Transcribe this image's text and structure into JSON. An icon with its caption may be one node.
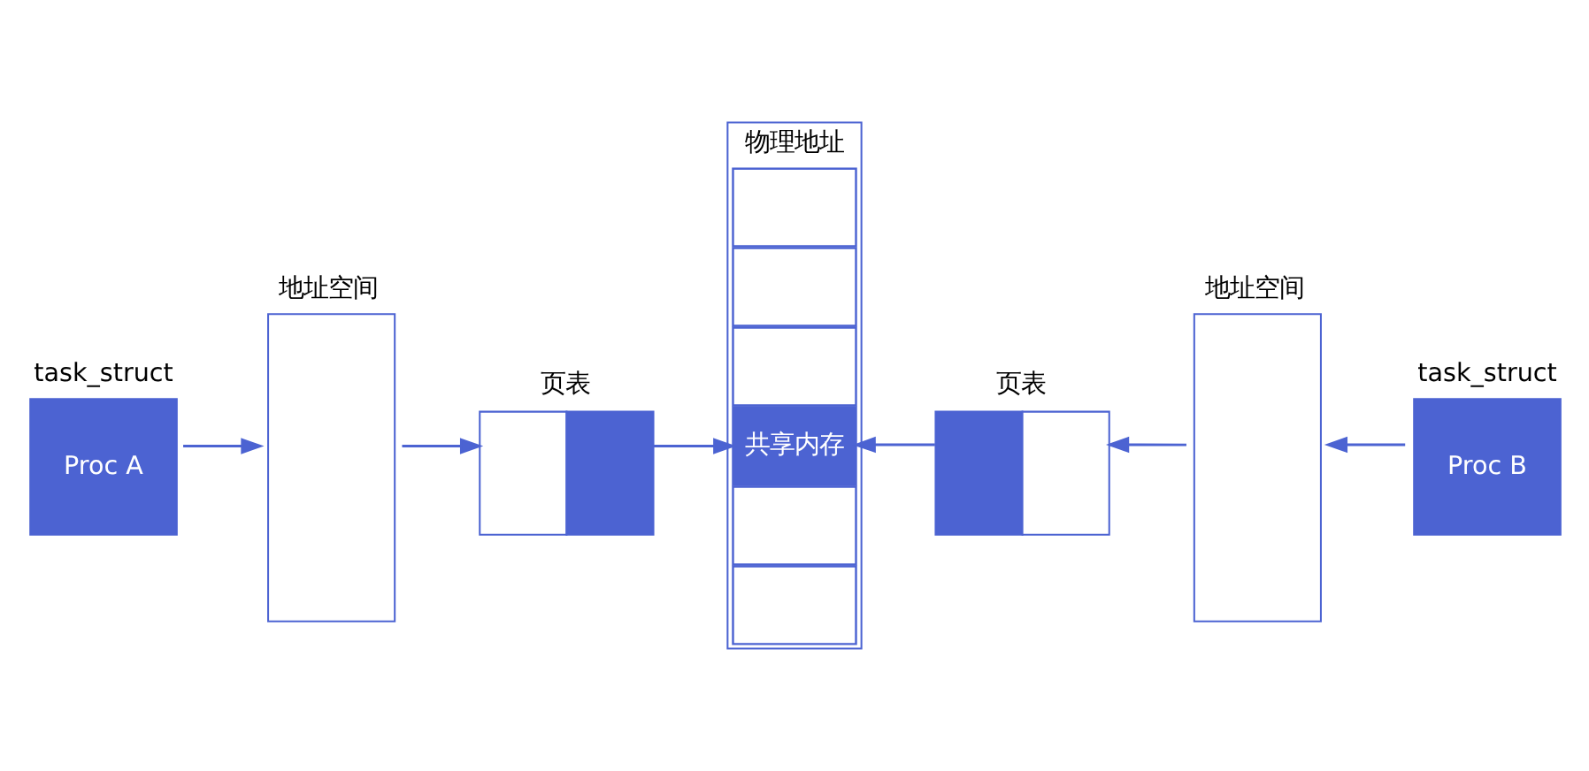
{
  "diagram": {
    "nodes": [
      {
        "text": [
          "task_struct",
          "Proc A"
        ]
      },
      {
        "text": [
          "task_struct",
          "Proc B"
        ]
      },
      {
        "text": [
          "物理地址"
        ]
      },
      {
        "text": [],
        "shape": "box",
        "in": 2
      },
      {
        "text": [],
        "shape": "box",
        "in": 2
      },
      {
        "text": [
          "共享内存"
        ],
        "in": 2
      },
      {
        "text": [],
        "shape": "box",
        "in": 2
      },
      {
        "text": [],
        "shape": "box",
        "in": 2
      },
      {
        "text": [],
        "shape": "box",
        "in": 2
      },
      {
        "text": [
          "地址空间"
        ]
      },
      {
        "text": [
          "地址空间"
        ]
      },
      {
        "text": [
          "页表"
        ]
      },
      {
        "text": [
          "页表"
        ]
      }
    ],
    "edges": [
      {
        "from": 0,
        "to": 9,
        "arrow": "to"
      },
      {
        "from": 1,
        "to": 10,
        "arrow": "to"
      },
      {
        "from": 9,
        "to": 11,
        "arrow": "to"
      },
      {
        "from": 10,
        "to": 12,
        "arrow": "to"
      },
      {
        "from": 11,
        "to": 5,
        "arrow": "to"
      },
      {
        "from": 12,
        "to": 5,
        "arrow": "to"
      }
    ]
  }
}
